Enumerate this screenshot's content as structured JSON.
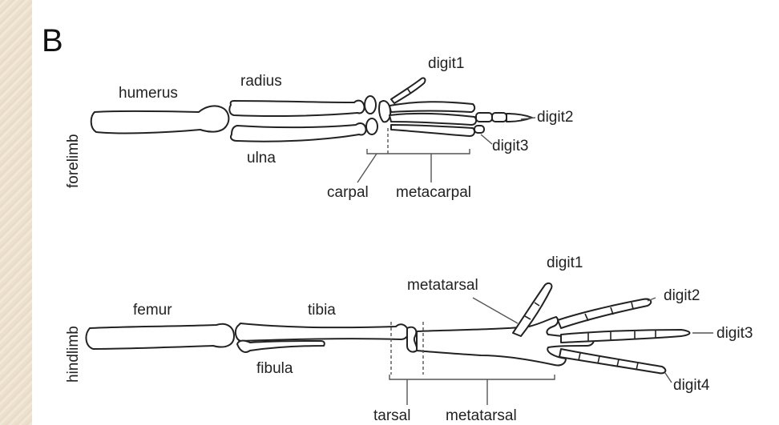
{
  "panel_letter": "B",
  "forelimb": {
    "row_label": "forelimb",
    "labels": {
      "humerus": "humerus",
      "radius": "radius",
      "ulna": "ulna",
      "digit1": "digit1",
      "digit2": "digit2",
      "digit3": "digit3",
      "carpal": "carpal",
      "metacarpal": "metacarpal"
    }
  },
  "hindlimb": {
    "row_label": "hindlimb",
    "labels": {
      "femur": "femur",
      "tibia": "tibia",
      "fibula": "fibula",
      "metatarsal_top": "metatarsal",
      "digit1": "digit1",
      "digit2": "digit2",
      "digit3": "digit3",
      "digit4": "digit4",
      "tarsal": "tarsal",
      "metatarsal_bottom": "metatarsal"
    }
  },
  "colors": {
    "line": "#222222",
    "bone_fill": "#ffffff",
    "paper": "#efe4d3"
  }
}
